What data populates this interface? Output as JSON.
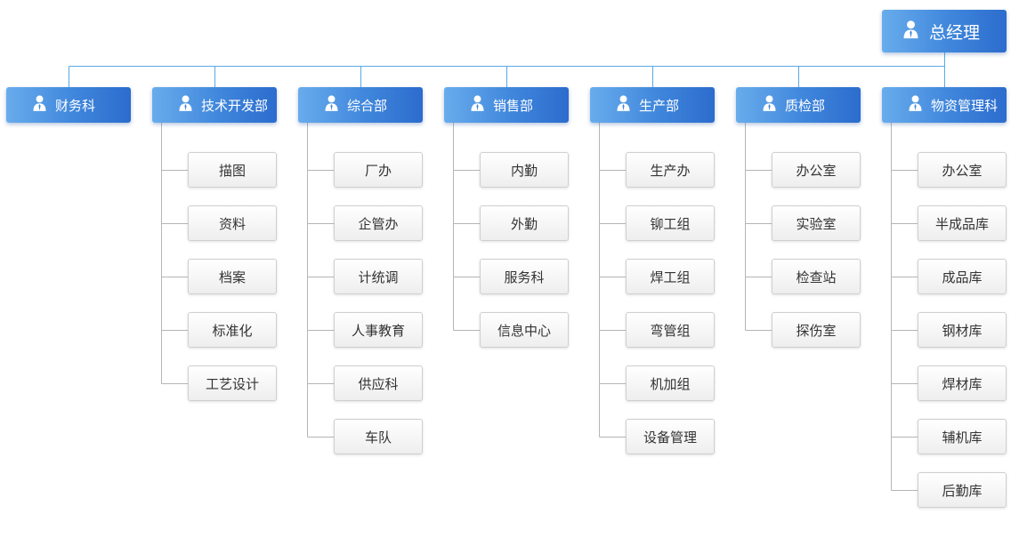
{
  "root": {
    "label": "总经理",
    "icon": "person-icon"
  },
  "departments": [
    {
      "name": "财务科",
      "children": []
    },
    {
      "name": "技术开发部",
      "children": [
        "描图",
        "资料",
        "档案",
        "标准化",
        "工艺设计"
      ]
    },
    {
      "name": "综合部",
      "children": [
        "厂办",
        "企管办",
        "计统调",
        "人事教育",
        "供应科",
        "车队"
      ]
    },
    {
      "name": "销售部",
      "children": [
        "内勤",
        "外勤",
        "服务科",
        "信息中心"
      ]
    },
    {
      "name": "生产部",
      "children": [
        "生产办",
        "铆工组",
        "焊工组",
        "弯管组",
        "机加组",
        "设备管理"
      ]
    },
    {
      "name": "质检部",
      "children": [
        "办公室",
        "实验室",
        "检查站",
        "探伤室"
      ]
    },
    {
      "name": "物资管理科",
      "children": [
        "办公室",
        "半成品库",
        "成品库",
        "钢材库",
        "焊材库",
        "辅机库",
        "后勤库"
      ]
    }
  ],
  "colors": {
    "node_start": "#68acec",
    "node_end": "#2c6ccd",
    "connector_top": "#5aa9e6",
    "connector_sub": "#b5b5b5",
    "sub_text": "#333333"
  }
}
